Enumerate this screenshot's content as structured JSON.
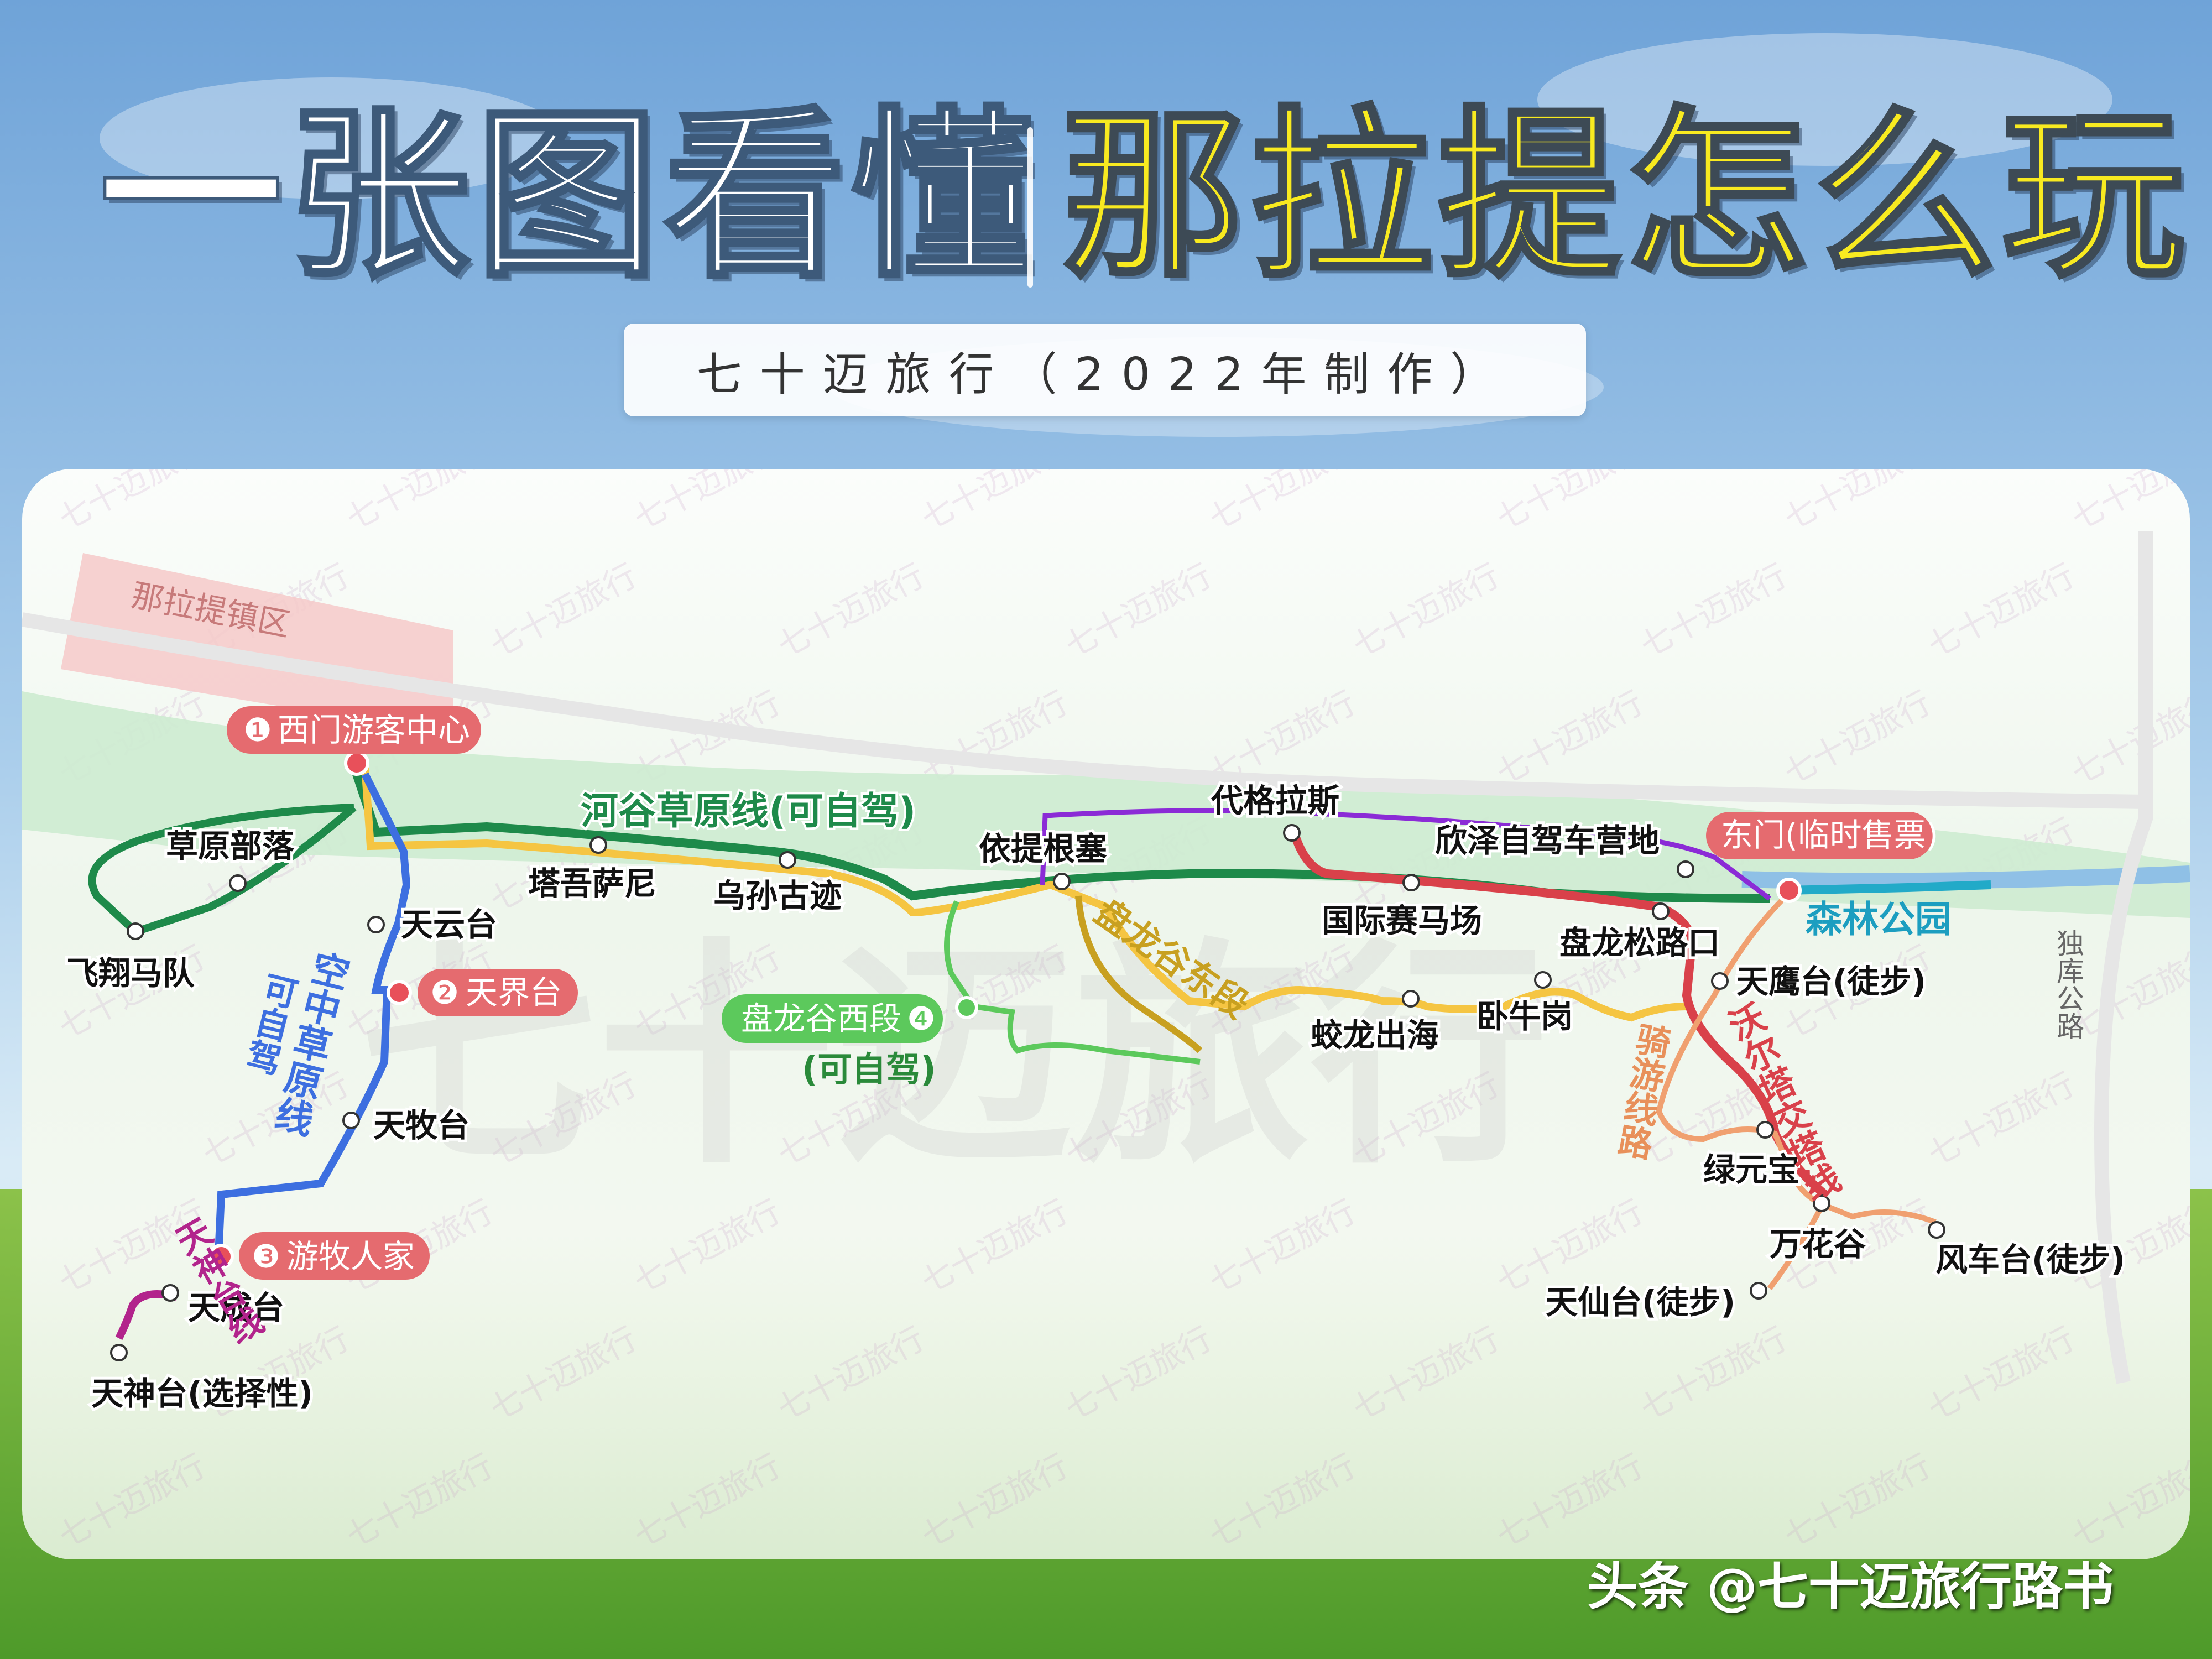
{
  "header": {
    "title_left": "一张图看懂",
    "title_right": "那拉提怎么玩",
    "subtitle": "七十迈旅行（2022年制作）",
    "footer": "头条 @七十迈旅行路书",
    "watermark": "七十迈旅行"
  },
  "colors": {
    "green_dark": "#1e8a4a",
    "yellow": "#f5c542",
    "blue": "#3d6fe0",
    "red": "#d9414a",
    "purple": "#8b2bd6",
    "magenta": "#b2248c",
    "teal": "#22aac8",
    "light_green": "#5cc95c",
    "orange": "#f0a070",
    "ochre": "#c8a020"
  },
  "map": {
    "town": "那拉提镇区",
    "big_watermark": "七十迈旅行",
    "gates": [
      {
        "num": "❶",
        "name": "西门游客中心"
      },
      {
        "num": "❷",
        "name": "天界台"
      },
      {
        "num": "❸",
        "name": "游牧人家"
      },
      {
        "name": "东门(临时售票)"
      }
    ],
    "valley_west": {
      "name": "盘龙谷西段",
      "num": "❹",
      "note": "(可自驾)"
    },
    "route_names": {
      "hegu": "河谷草原线(可自驾)",
      "kongzhong": "空中草原线",
      "kongzhong_note": "可自驾",
      "tianshen": "天神台线",
      "east_valley": "盘龙谷东段",
      "woerta": "沃尔塔交塔线",
      "cycling": "骑游线路",
      "forest": "森林公园",
      "road": "独库公路"
    },
    "stops": {
      "caoyuan": "草原部落",
      "feixiang": "飞翔马队",
      "tianyun": "天云台",
      "tianmu": "天牧台",
      "tiancheng": "天成台",
      "tianshen": "天神台(选择性)",
      "tawu": "塔吾萨尼",
      "wusun": "乌孙古迹",
      "yiti": "依提根塞",
      "daige": "代格拉斯",
      "xinze": "欣泽自驾车营地",
      "guoji": "国际赛马场",
      "panlong": "盘龙松路口",
      "jiaolong": "蛟龙出海",
      "woniu": "卧牛岗",
      "tianying": "天鹰台(徒步)",
      "lvyuan": "绿元宝",
      "wanhua": "万花谷",
      "fengche": "风车台(徒步)",
      "tianxian": "天仙台(徒步)"
    }
  }
}
